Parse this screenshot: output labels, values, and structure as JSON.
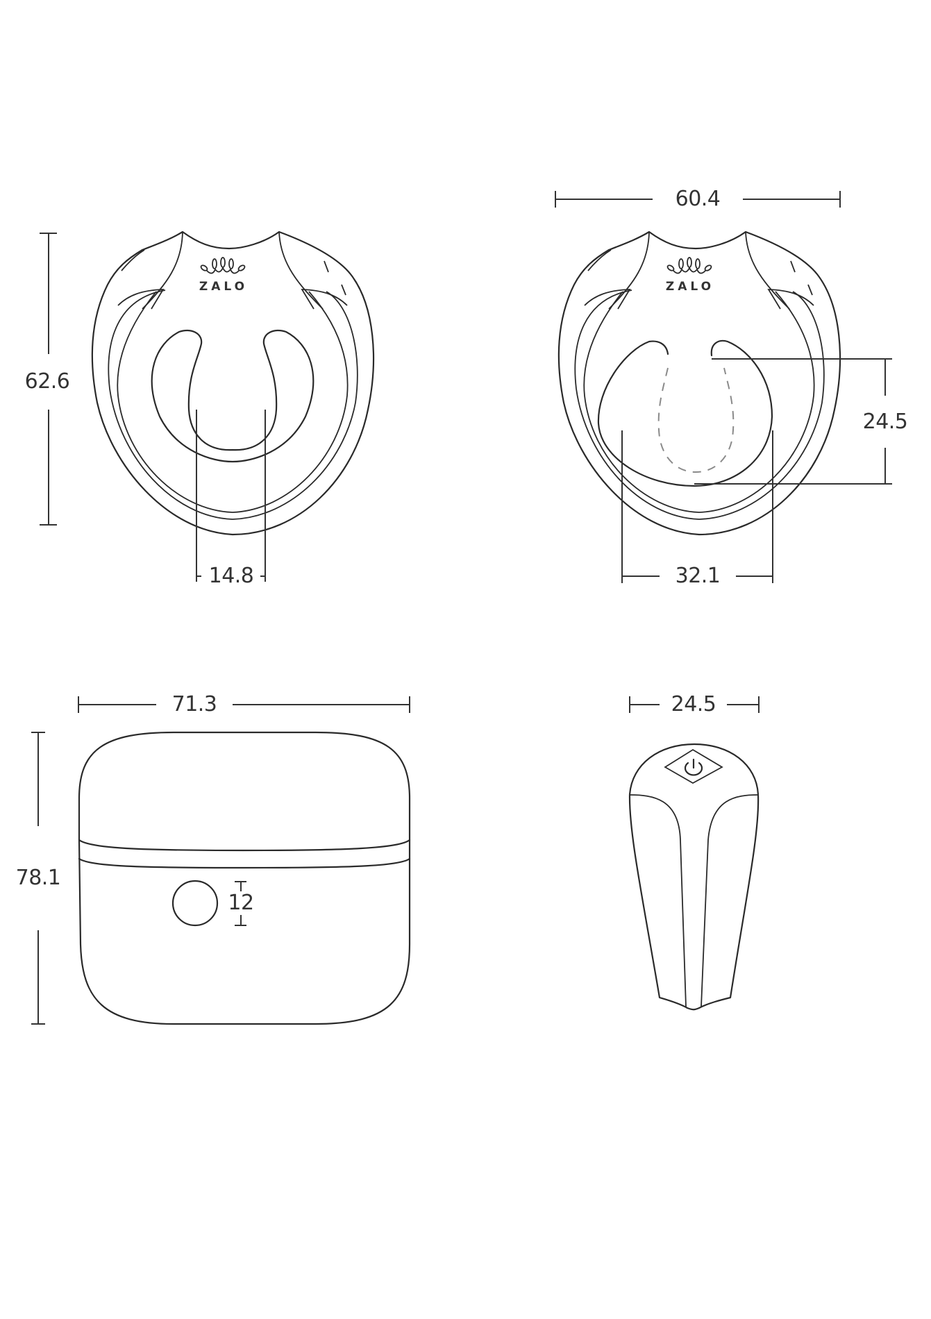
{
  "figures": {
    "front_view": {
      "brand": "ZALO",
      "height_label": "62.6",
      "opening_width_label": "14.8"
    },
    "back_view": {
      "width_label": "60.4",
      "inner_height_label": "24.5",
      "inner_width_label": "32.1",
      "brand": "ZALO"
    },
    "charging_case": {
      "width_label": "71.3",
      "height_label": "78.1",
      "button_diameter_label": "12"
    },
    "side_view": {
      "width_label": "24.5",
      "button_icon": "power-icon"
    }
  },
  "colors": {
    "line": "#2a2a2a",
    "dashed": "#8a8a8a",
    "background": "#ffffff"
  }
}
